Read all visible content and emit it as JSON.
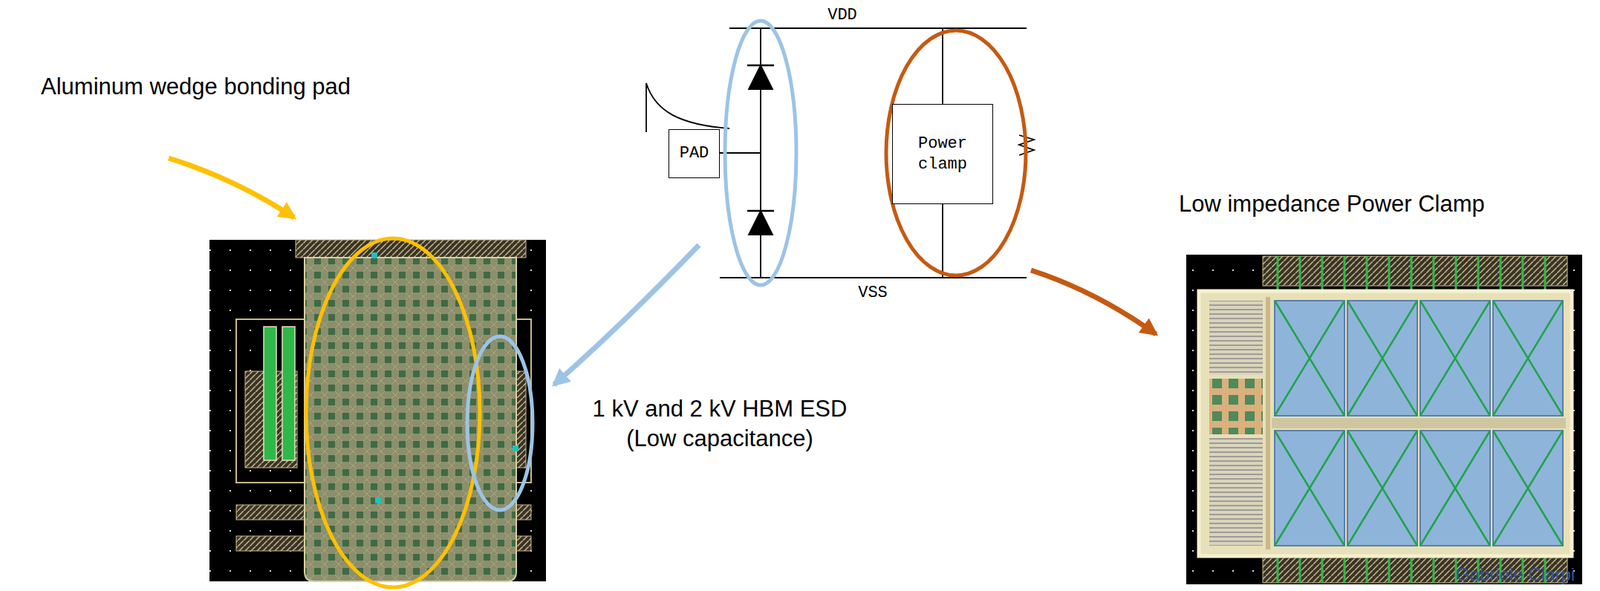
{
  "diagram": {
    "nodes": [
      {
        "text": [
          "PAD"
        ]
      },
      {
        "text": [
          "Power clamp"
        ]
      }
    ],
    "labels": [
      "Aluminum wedge bonding pad",
      "VDD",
      "VSS",
      "1 kV and 2 kV HBM ESD",
      "(Low capacitance)",
      "Low impedance Power Clamp",
      "Gabriele Ciarpi"
    ]
  }
}
